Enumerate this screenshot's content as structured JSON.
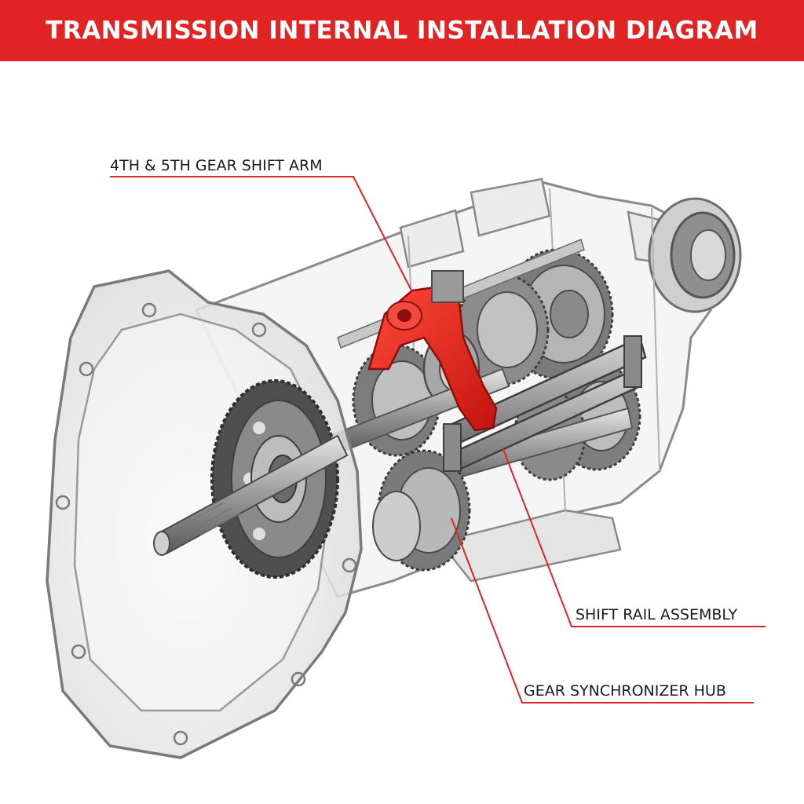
{
  "diagram": {
    "title": "TRANSMISSION INTERNAL INSTALLATION DIAGRAM",
    "callouts": [
      {
        "id": "shift-arm",
        "label": "4TH & 5TH GEAR SHIFT ARM"
      },
      {
        "id": "shift-rail",
        "label": "SHIFT RAIL ASSEMBLY"
      },
      {
        "id": "sync-hub",
        "label": "GEAR SYNCHRONIZER HUB"
      }
    ]
  },
  "colors": {
    "accent": "#e02424",
    "housing_stroke": "#8a8a8a",
    "housing_fill": "#eeeeee",
    "gear_dark": "#5e5e5e",
    "gear_light": "#bdbdbd",
    "highlight_part": "#e8201e"
  }
}
